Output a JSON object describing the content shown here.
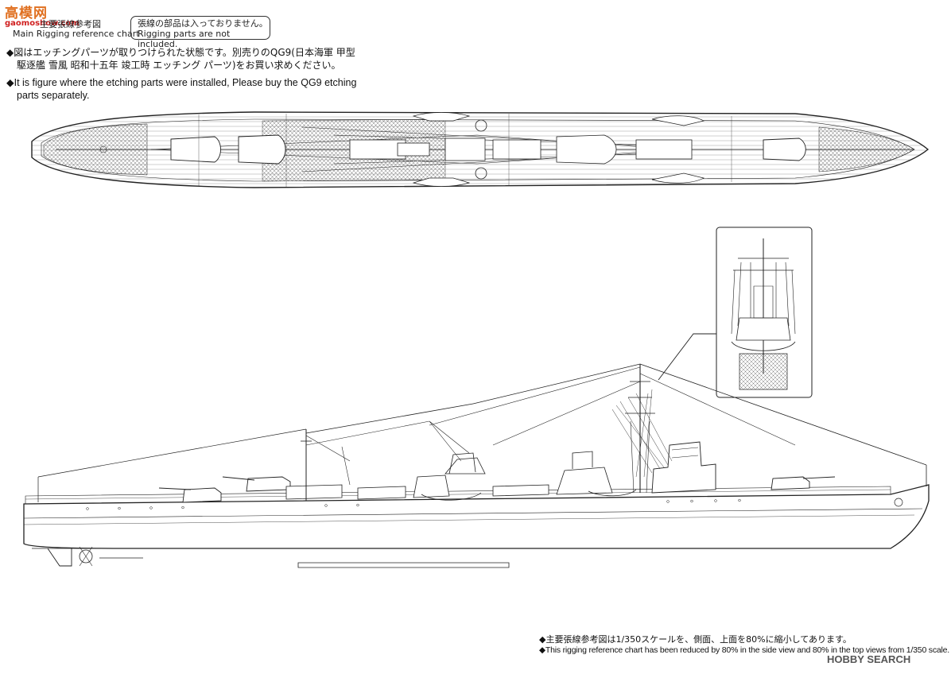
{
  "watermark": {
    "logo_main": "高模网",
    "logo_sub": "gaomoshow.com",
    "corner": "HOBBY SEARCH"
  },
  "header": {
    "title_jp": "主要張線参考図",
    "title_en": "Main Rigging reference chart",
    "note_jp": "張線の部品は入っておりません。",
    "note_en": "Rigging parts are not included."
  },
  "instructions": [
    {
      "lang": "jp",
      "line1": "◆図はエッチングパーツが取りつけられた状態です。別売りのQG9(日本海軍 甲型",
      "line2": "駆逐艦 雪風 昭和十五年 竣工時 エッチング パーツ)をお買い求めください。"
    },
    {
      "lang": "en",
      "line1": "◆It is figure where the etching parts were installed, Please buy the QG9 etching",
      "line2": "parts separately."
    }
  ],
  "footer": {
    "jp": "◆主要張線参考図は1/350スケールを、側面、上面を80%に縮小してあります。",
    "en": "◆This rigging reference chart has been reduced by 80% in the side view and 80% in the top views from 1/350 scale."
  },
  "colors": {
    "line": "#222222",
    "accent_logo": "#e07020",
    "text": "#111111"
  }
}
